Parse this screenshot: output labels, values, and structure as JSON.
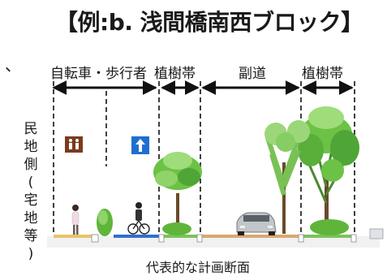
{
  "title": "【例:b. 浅間橋南西ブロック】",
  "mark": "、",
  "zones": {
    "bike_walk": "自転車・歩行者",
    "planting_left": "植樹帯",
    "side_road": "副道",
    "planting_right": "植樹帯"
  },
  "side_label_chars": [
    "民",
    "地",
    "側",
    "(",
    "宅",
    "地",
    "等",
    ")"
  ],
  "caption": "代表的な計画断面",
  "icons": {
    "pedestrian_sign": "pedestrian-sign-icon",
    "one_way_sign": "one-way-arrow-sign-icon"
  },
  "colors": {
    "arrow": "#111111",
    "sign_brown": "#7a3b1e",
    "sign_blue": "#1f6fd1",
    "tree_green": "#57b83a",
    "tree_dark": "#2f8a2a",
    "shrub": "#7bc25a",
    "bike_lane": "#2f6fd1",
    "sidewalk_pave": "#e7c46a",
    "road": "#c9c9c9"
  }
}
